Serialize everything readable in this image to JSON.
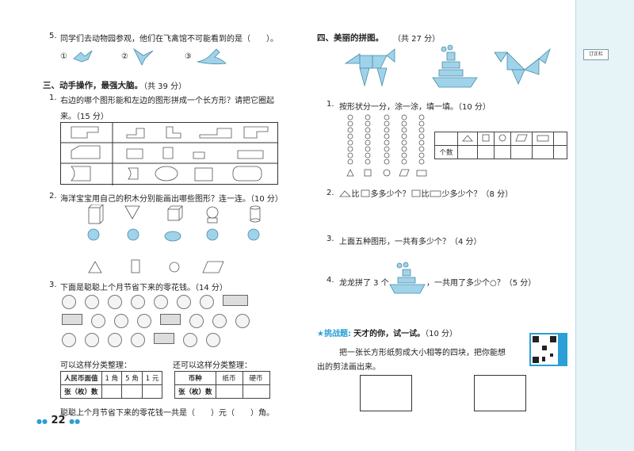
{
  "left": {
    "q5": {
      "label": "5.",
      "text": "同学们去动物园参观，他们在飞禽馆不可能看到的是（　　）。",
      "options": [
        "①",
        "②",
        "③"
      ]
    },
    "section3": {
      "title": "三、动手操作，最强大脑。",
      "points": "（共 39 分）"
    },
    "q1": {
      "label": "1.",
      "line1": "右边的哪个图形能和左边的图形拼成一个长方形？请把它圈起",
      "line2": "来。（15 分）"
    },
    "q2": {
      "label": "2.",
      "text": "海洋宝宝用自己的积木分别能画出哪些图形？连一连。（10 分）"
    },
    "q3": {
      "label": "3.",
      "text": "下面是聪聪上个月节省下来的零花钱。（14 分）"
    },
    "sort1_caption": "可以这样分类整理：",
    "sort2_caption": "还可以这样分类整理：",
    "table1": {
      "headers": [
        "人民币面值",
        "1 角",
        "5 角",
        "1 元"
      ],
      "row_label": "张（枚）数"
    },
    "table2": {
      "headers": [
        "币种",
        "纸币",
        "硬币"
      ],
      "row_label": "张（枚）数"
    },
    "summary": "聪聪上个月节省下来的零花钱一共是（　　）元（　　）角。",
    "page_number": "22"
  },
  "right": {
    "section4": {
      "title": "四、美丽的拼图。",
      "points": "（共 27 分）"
    },
    "q1": {
      "label": "1.",
      "text": "按形状分一分，涂一涂，填一填。（10 分）",
      "count_label": "个数"
    },
    "q2": {
      "label": "2.",
      "text1": "比",
      "text2": "多多少个？",
      "text3": "比",
      "text4": "少多少个？（8 分）"
    },
    "q3": {
      "label": "3.",
      "text": "上面五种图形，一共有多少个？（4 分）"
    },
    "q4": {
      "label": "4.",
      "text1": "龙龙拼了 3 个",
      "text2": "，一共用了多少个○？（5 分）"
    },
    "challenge": {
      "star": "★",
      "tag": "挑战题:",
      "title": "天才的你，试一试。",
      "points": "（10 分）",
      "line1": "把一张长方形纸剪成大小相等的四块，把你能想",
      "line2": "出的剪法画出来。"
    }
  },
  "sidebar": {
    "tab": "订正栏"
  },
  "colors": {
    "accent": "#2b9fd6",
    "sidebar_bg": "#e6f3f7"
  }
}
